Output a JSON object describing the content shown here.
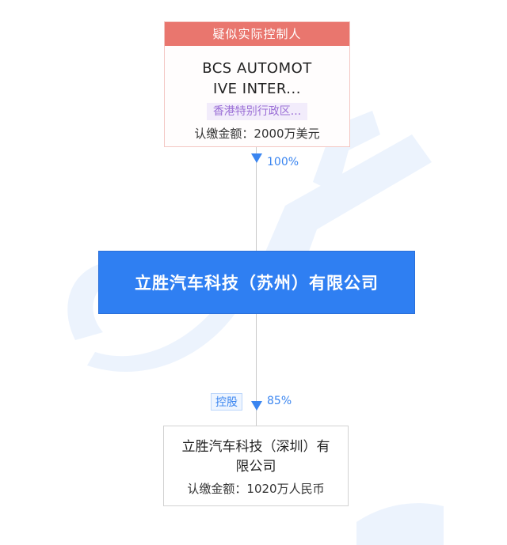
{
  "top_entity": {
    "header": "疑似实际控制人",
    "name": "BCS AUTOMOT\nIVE INTER...",
    "region": "香港特别行政区...",
    "capital": "认缴金额：2000万美元"
  },
  "link_top": {
    "percent": "100%"
  },
  "main_entity": {
    "name": "立胜汽车科技（苏州）有限公司"
  },
  "link_bottom": {
    "tag": "控股",
    "percent": "85%"
  },
  "bottom_entity": {
    "name": "立胜汽车科技（深圳）有限公司",
    "capital": "认缴金额：1020万人民币"
  },
  "colors": {
    "accent_blue": "#2f7ff2",
    "header_red": "#e9766e",
    "region_purple": "#9b6fd6"
  }
}
